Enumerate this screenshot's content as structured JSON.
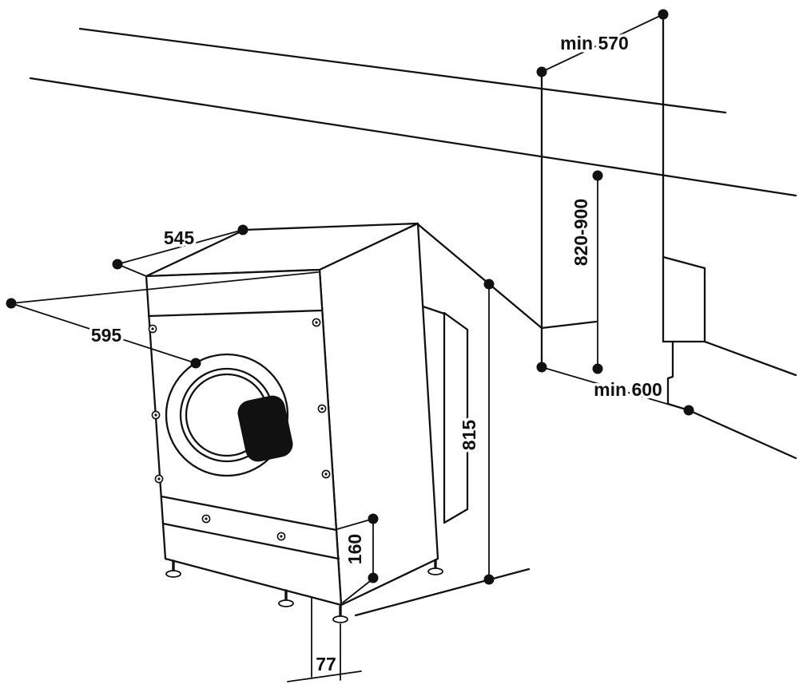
{
  "diagram": {
    "labels": {
      "worktop_depth_min": "min 570",
      "niche_height_range": "820-900",
      "top_depth": "545",
      "front_width": "595",
      "niche_depth_min": "min 600",
      "body_height": "815",
      "plinth_height": "160",
      "foot_adjustment": "77"
    },
    "colors": {
      "line": "#111111",
      "background": "#ffffff",
      "door_handle": "#111111"
    }
  }
}
